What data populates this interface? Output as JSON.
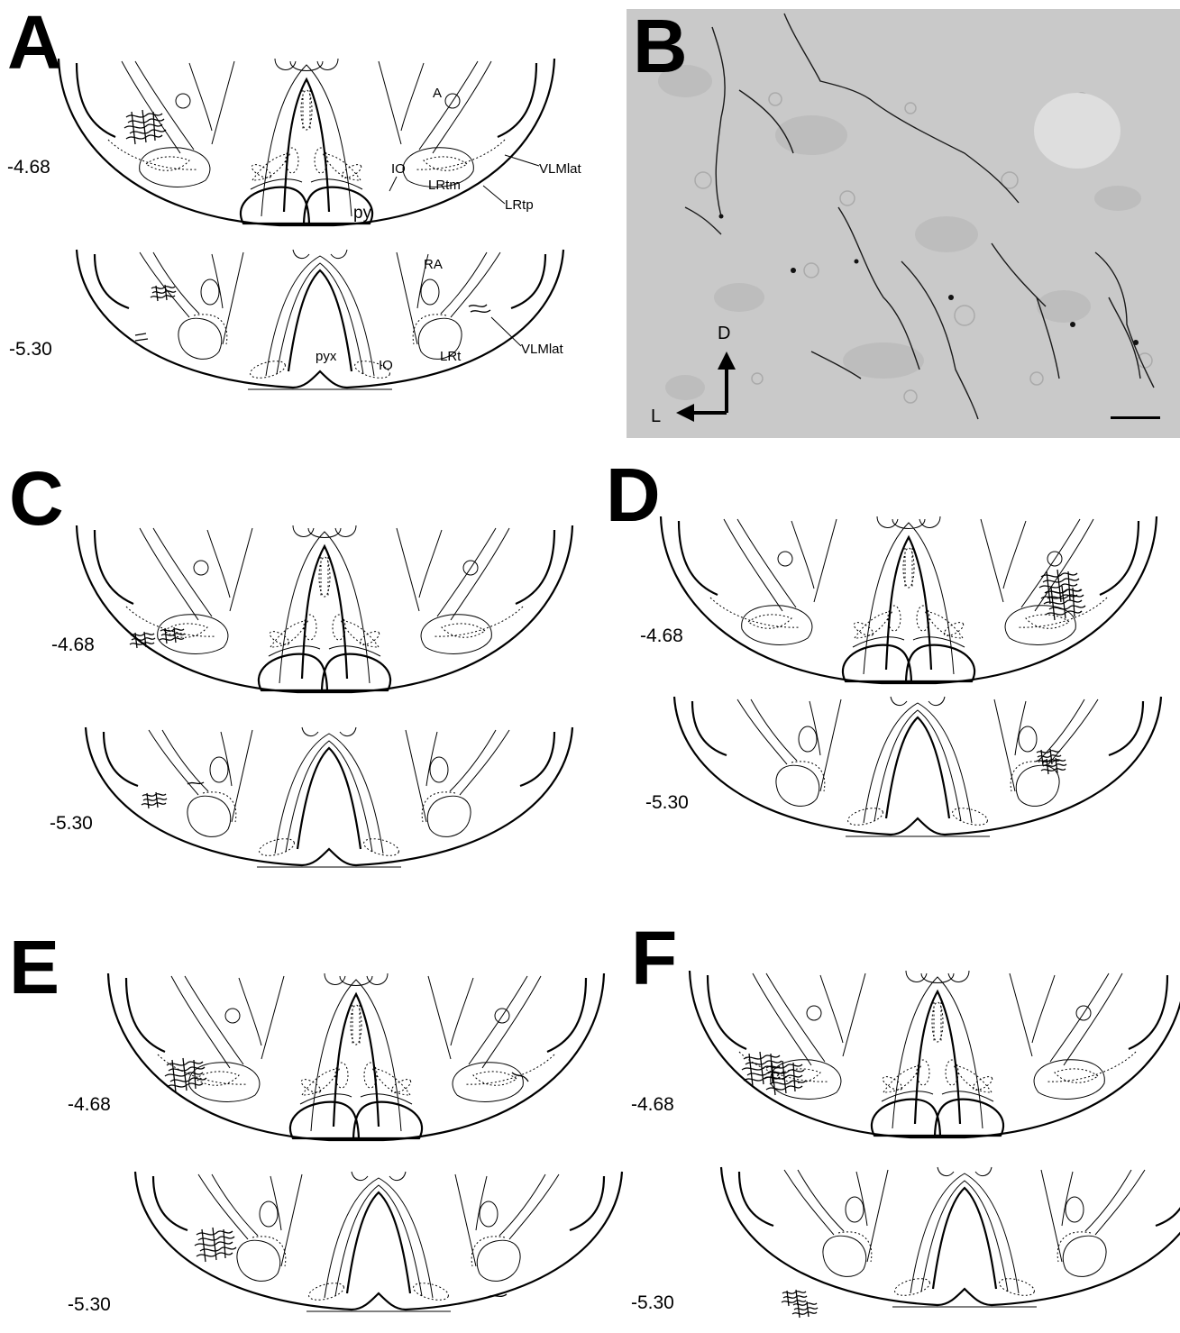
{
  "panels": {
    "A": {
      "letter": "A",
      "levels": [
        "-4.68",
        "-5.30"
      ],
      "labels": {
        "A": "A",
        "IO_upper": "IO",
        "VLMlat_upper": "VLMlat",
        "LRtm": "LRtm",
        "LRtp": "LRtp",
        "py": "py",
        "RA": "RA",
        "VLMlat_lower": "VLMlat",
        "pyx": "pyx",
        "IO_lower": "IO",
        "LRt": "LRt"
      }
    },
    "B": {
      "letter": "B",
      "axis_dorsal": "D",
      "axis_lateral": "L"
    },
    "C": {
      "letter": "C",
      "levels": [
        "-4.68",
        "-5.30"
      ]
    },
    "D": {
      "letter": "D",
      "levels": [
        "-4.68",
        "-5.30"
      ]
    },
    "E": {
      "letter": "E",
      "levels": [
        "-4.68",
        "-5.30"
      ]
    },
    "F": {
      "letter": "F",
      "levels": [
        "-4.68",
        "-5.30"
      ]
    }
  },
  "colors": {
    "ink": "#000000",
    "micrograph_bg": "#c9c9c9"
  }
}
